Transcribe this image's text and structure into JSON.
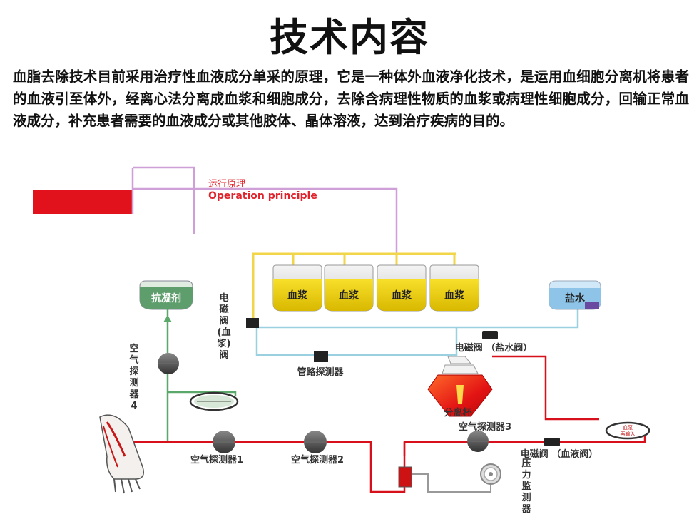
{
  "title": "技术内容",
  "body": "血脂去除技术目前采用治疗性血液成分单采的原理，它是一种体外血液净化技术，是运用血细胞分离机将患者的血液引至体外，经离心法分离成血浆和细胞成分，去除含病理性物质的血浆或病理性细胞成分，回输正常血液成分，补充患者需要的血液成分或其他胶体、晶体溶液，达到治疗疾病的目的。",
  "diagram": {
    "heading_cn": "运行原理",
    "heading_en": "Operation principle",
    "anticoagulant": "抗凝剂",
    "plasma_bags": [
      "血浆",
      "血浆",
      "血浆",
      "血浆"
    ],
    "saline": "盐水",
    "valve_plasma": [
      "电",
      "磁",
      "阀",
      "(血",
      "浆)",
      "阀"
    ],
    "valve_saline": "电磁阀 （盐水阀）",
    "pipe_detector": "管路探测器",
    "air_detector_4": [
      "空",
      "气",
      "探",
      "测",
      "器",
      "4"
    ],
    "separation_cup": "分离杯",
    "air_detector_3": "空气探测器3",
    "air_detector_1": "空气探测器1",
    "air_detector_2": "空气探测器2",
    "valve_blood": "电磁阀 （血液阀）",
    "pressure_monitor": [
      "压",
      "力",
      "监",
      "测",
      "器"
    ],
    "pump_label_top": "血泵",
    "pump_label_bottom": "再输入"
  },
  "colors": {
    "red_line": "#d8101c",
    "green_line": "#5aa86a",
    "yellow_line": "#f2d64a",
    "light_blue_line": "#9ad0e0",
    "purple_line": "#cfa0d8",
    "accent_red": "#e1121b",
    "heading_red": "#e0242c",
    "plasma_yellow": "#e8c800",
    "anticoag_green": "#5e9e6c",
    "saline_blue": "#8ec4e8"
  }
}
